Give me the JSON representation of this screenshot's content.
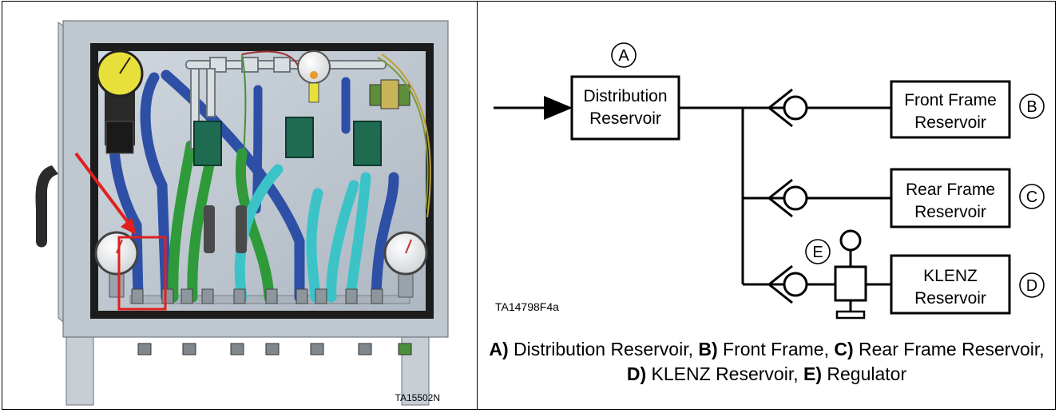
{
  "photo": {
    "figure_id": "TA15502N",
    "highlight_color": "#e02020"
  },
  "diagram": {
    "figure_id": "TA14798F4a",
    "markers": {
      "a": "A",
      "b": "B",
      "c": "C",
      "d": "D",
      "e": "E"
    },
    "boxes": {
      "distribution": [
        "Distribution",
        "Reservoir"
      ],
      "front": [
        "Front Frame",
        "Reservoir"
      ],
      "rear": [
        "Rear Frame",
        "Reservoir"
      ],
      "klenz": [
        "KLENZ",
        "Reservoir"
      ]
    }
  },
  "caption": {
    "items": [
      {
        "key": "A)",
        "text": " Distribution Reservoir, "
      },
      {
        "key": "B)",
        "text": " Front Frame, "
      },
      {
        "key": "C)",
        "text": " Rear Frame Reservoir, "
      },
      {
        "key": "D)",
        "text": " KLENZ Reservoir, "
      },
      {
        "key": "E)",
        "text": " Regulator"
      }
    ]
  }
}
